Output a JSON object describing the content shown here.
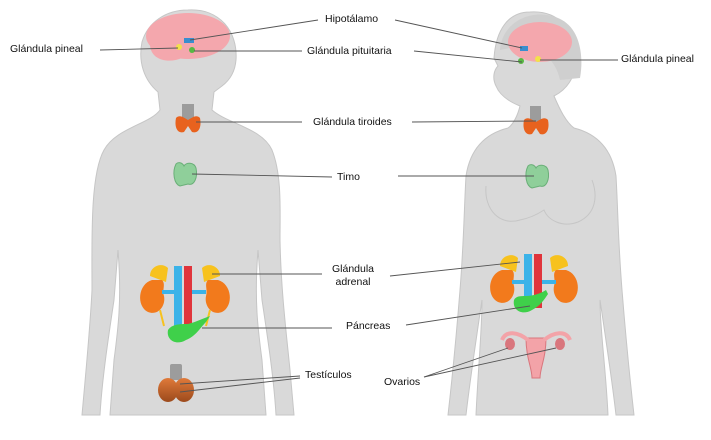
{
  "labels": {
    "hipotalamo": "Hipotálamo",
    "pineal_left": "Glándula pineal",
    "pituitaria": "Glándula pituitaria",
    "pineal_right": "Glándula pineal",
    "tiroides": "Glándula tiroides",
    "timo": "Timo",
    "adrenal_line1": "Glándula",
    "adrenal_line2": "adrenal",
    "pancreas": "Páncreas",
    "testiculos": "Testículos",
    "ovarios": "Ovarios"
  },
  "colors": {
    "body": "#d9d9d9",
    "body_outline": "#c4c4c4",
    "brain": "#f4a7ad",
    "thyroid": "#e8621e",
    "thymus": "#8fcf9a",
    "kidney": "#f27a1c",
    "adrenal": "#f7c21e",
    "artery": "#e0343b",
    "vein": "#3bb3e8",
    "pancreas": "#3fd04a",
    "testes": "#c8662e",
    "uterus": "#f3a3a8",
    "leader_line": "#555555"
  }
}
